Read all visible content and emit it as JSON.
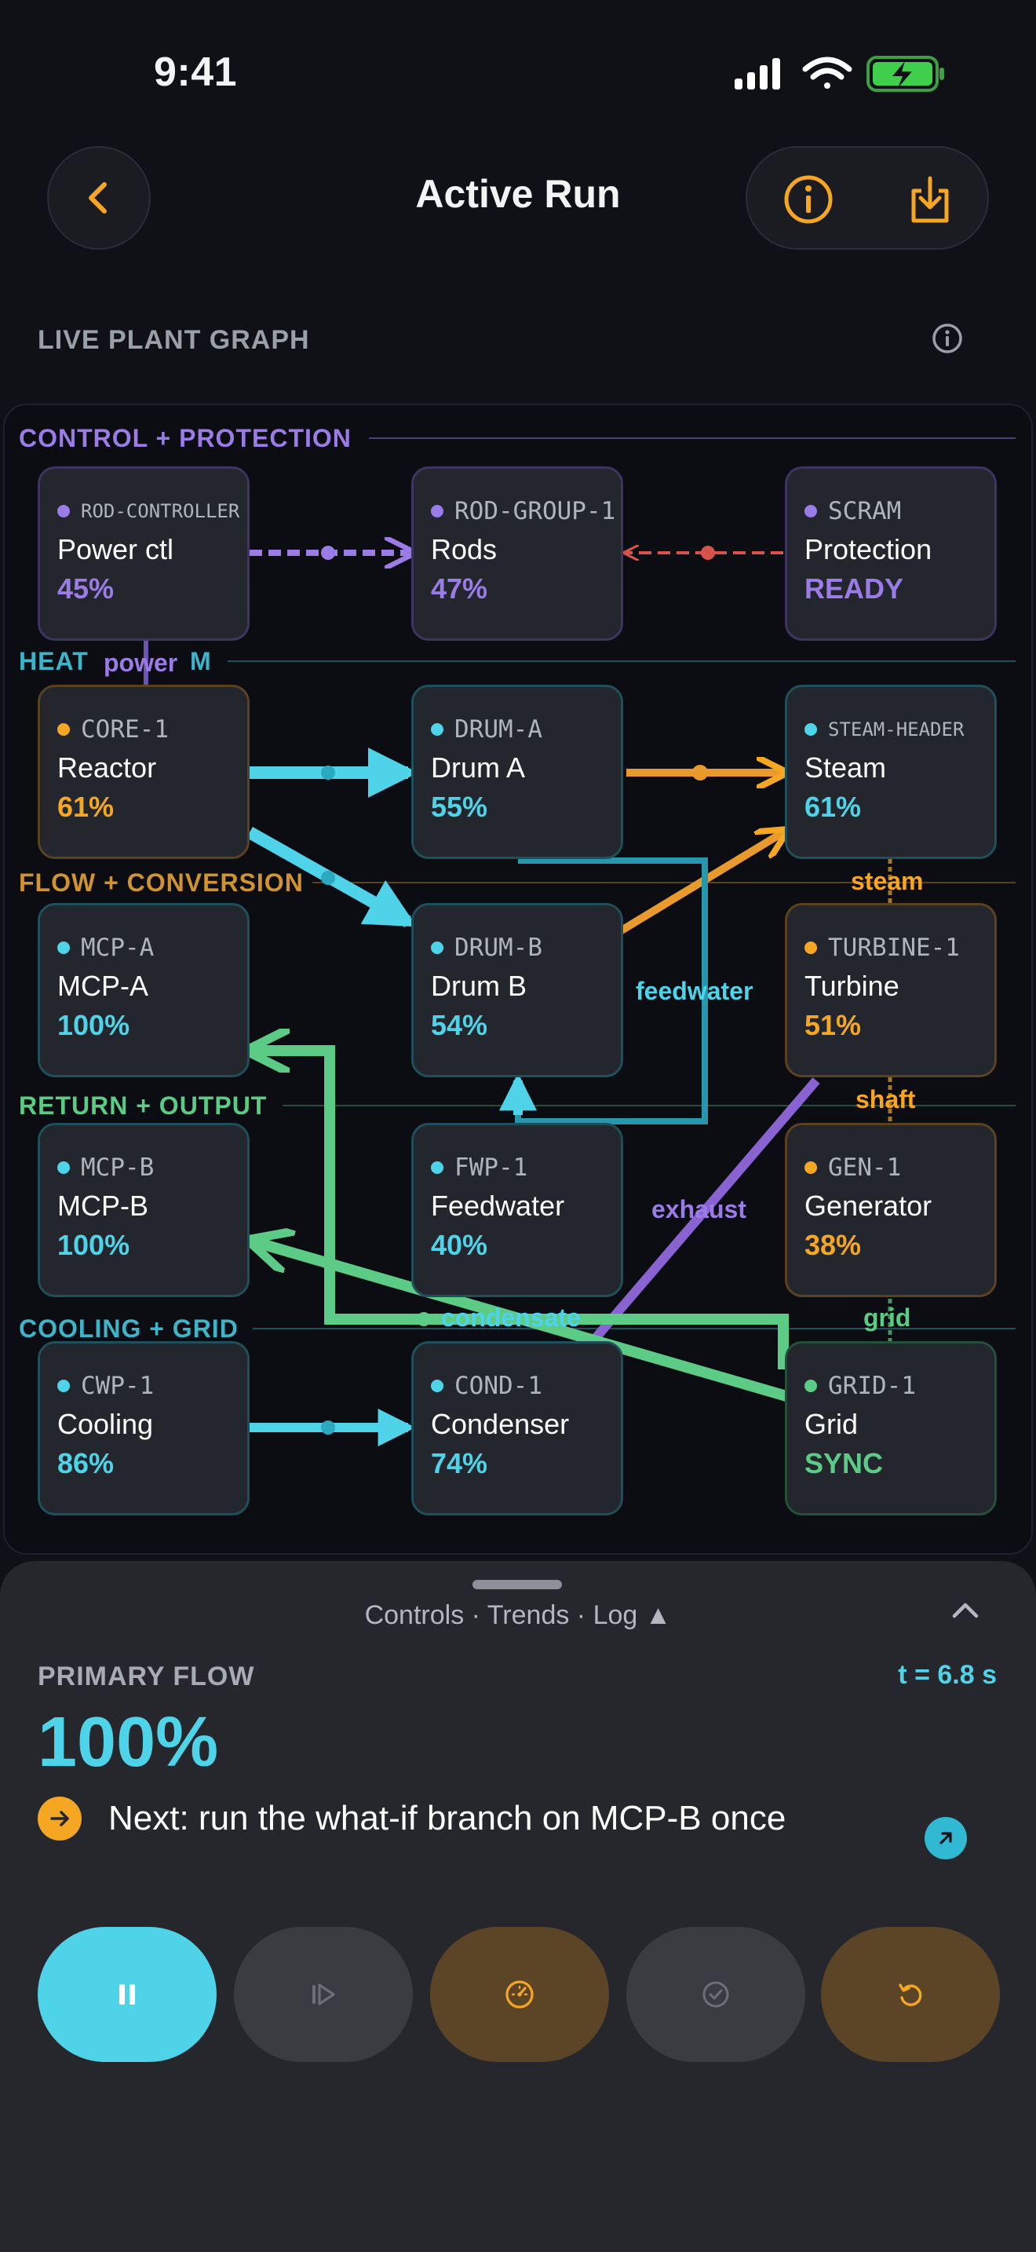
{
  "status_bar": {
    "time": "9:41"
  },
  "header": {
    "title": "Active Run",
    "back_icon": "chevron-left-icon",
    "info_icon": "info-icon",
    "export_icon": "download-icon"
  },
  "section": {
    "title": "LIVE PLANT GRAPH"
  },
  "colors": {
    "accent": "#f5a623",
    "cyan": "#4fd3e8",
    "purple": "#9b7ce6",
    "green": "#5ccb85",
    "orange": "#f5a623",
    "red": "#d6524b"
  },
  "bands": [
    {
      "label": "CONTROL + PROTECTION",
      "color": "#9b7ce6"
    },
    {
      "label": "HEAT",
      "color": "#3eb4c9"
    },
    {
      "label": "M",
      "color": "#3eb4c9"
    },
    {
      "label": "FLOW + CONVERSION",
      "color": "#d1932f"
    },
    {
      "label": "RETURN + OUTPUT",
      "color": "#5ccb85"
    },
    {
      "label": "COOLING + GRID",
      "color": "#3eb4c9"
    }
  ],
  "nodes": {
    "rod_controller": {
      "id": "ROD-CONTROLLER",
      "name": "Power ctl",
      "value": "45%"
    },
    "rod_group": {
      "id": "ROD-GROUP-1",
      "name": "Rods",
      "value": "47%"
    },
    "scram": {
      "id": "SCRAM",
      "name": "Protection",
      "value": "READY"
    },
    "core": {
      "id": "CORE-1",
      "name": "Reactor",
      "value": "61%"
    },
    "drum_a": {
      "id": "DRUM-A",
      "name": "Drum A",
      "value": "55%"
    },
    "steam_header": {
      "id": "STEAM-HEADER",
      "name": "Steam",
      "value": "61%"
    },
    "mcp_a": {
      "id": "MCP-A",
      "name": "MCP-A",
      "value": "100%"
    },
    "drum_b": {
      "id": "DRUM-B",
      "name": "Drum B",
      "value": "54%"
    },
    "turbine": {
      "id": "TURBINE-1",
      "name": "Turbine",
      "value": "51%"
    },
    "mcp_b": {
      "id": "MCP-B",
      "name": "MCP-B",
      "value": "100%"
    },
    "fwp": {
      "id": "FWP-1",
      "name": "Feedwater",
      "value": "40%"
    },
    "gen": {
      "id": "GEN-1",
      "name": "Generator",
      "value": "38%"
    },
    "cwp": {
      "id": "CWP-1",
      "name": "Cooling",
      "value": "86%"
    },
    "cond": {
      "id": "COND-1",
      "name": "Condenser",
      "value": "74%"
    },
    "grid": {
      "id": "GRID-1",
      "name": "Grid",
      "value": "SYNC"
    }
  },
  "edge_labels": {
    "power": "power",
    "steam": "steam",
    "feedwater": "feedwater",
    "shaft": "shaft",
    "exhaust": "exhaust",
    "condensate": "condensate",
    "grid": "grid"
  },
  "sheet": {
    "tabs": "Controls · Trends · Log ▲",
    "metric_label": "PRIMARY FLOW",
    "metric_time": "t = 6.8 s",
    "metric_value": "100%",
    "next_text": "Next: run the what-if branch on MCP-B once"
  },
  "controls": [
    {
      "name": "pause-button",
      "icon": "pause-icon"
    },
    {
      "name": "step-button",
      "icon": "step-forward-icon"
    },
    {
      "name": "gauge-button",
      "icon": "gauge-icon"
    },
    {
      "name": "check-button",
      "icon": "check-circle-icon"
    },
    {
      "name": "reset-button",
      "icon": "rotate-icon"
    }
  ]
}
